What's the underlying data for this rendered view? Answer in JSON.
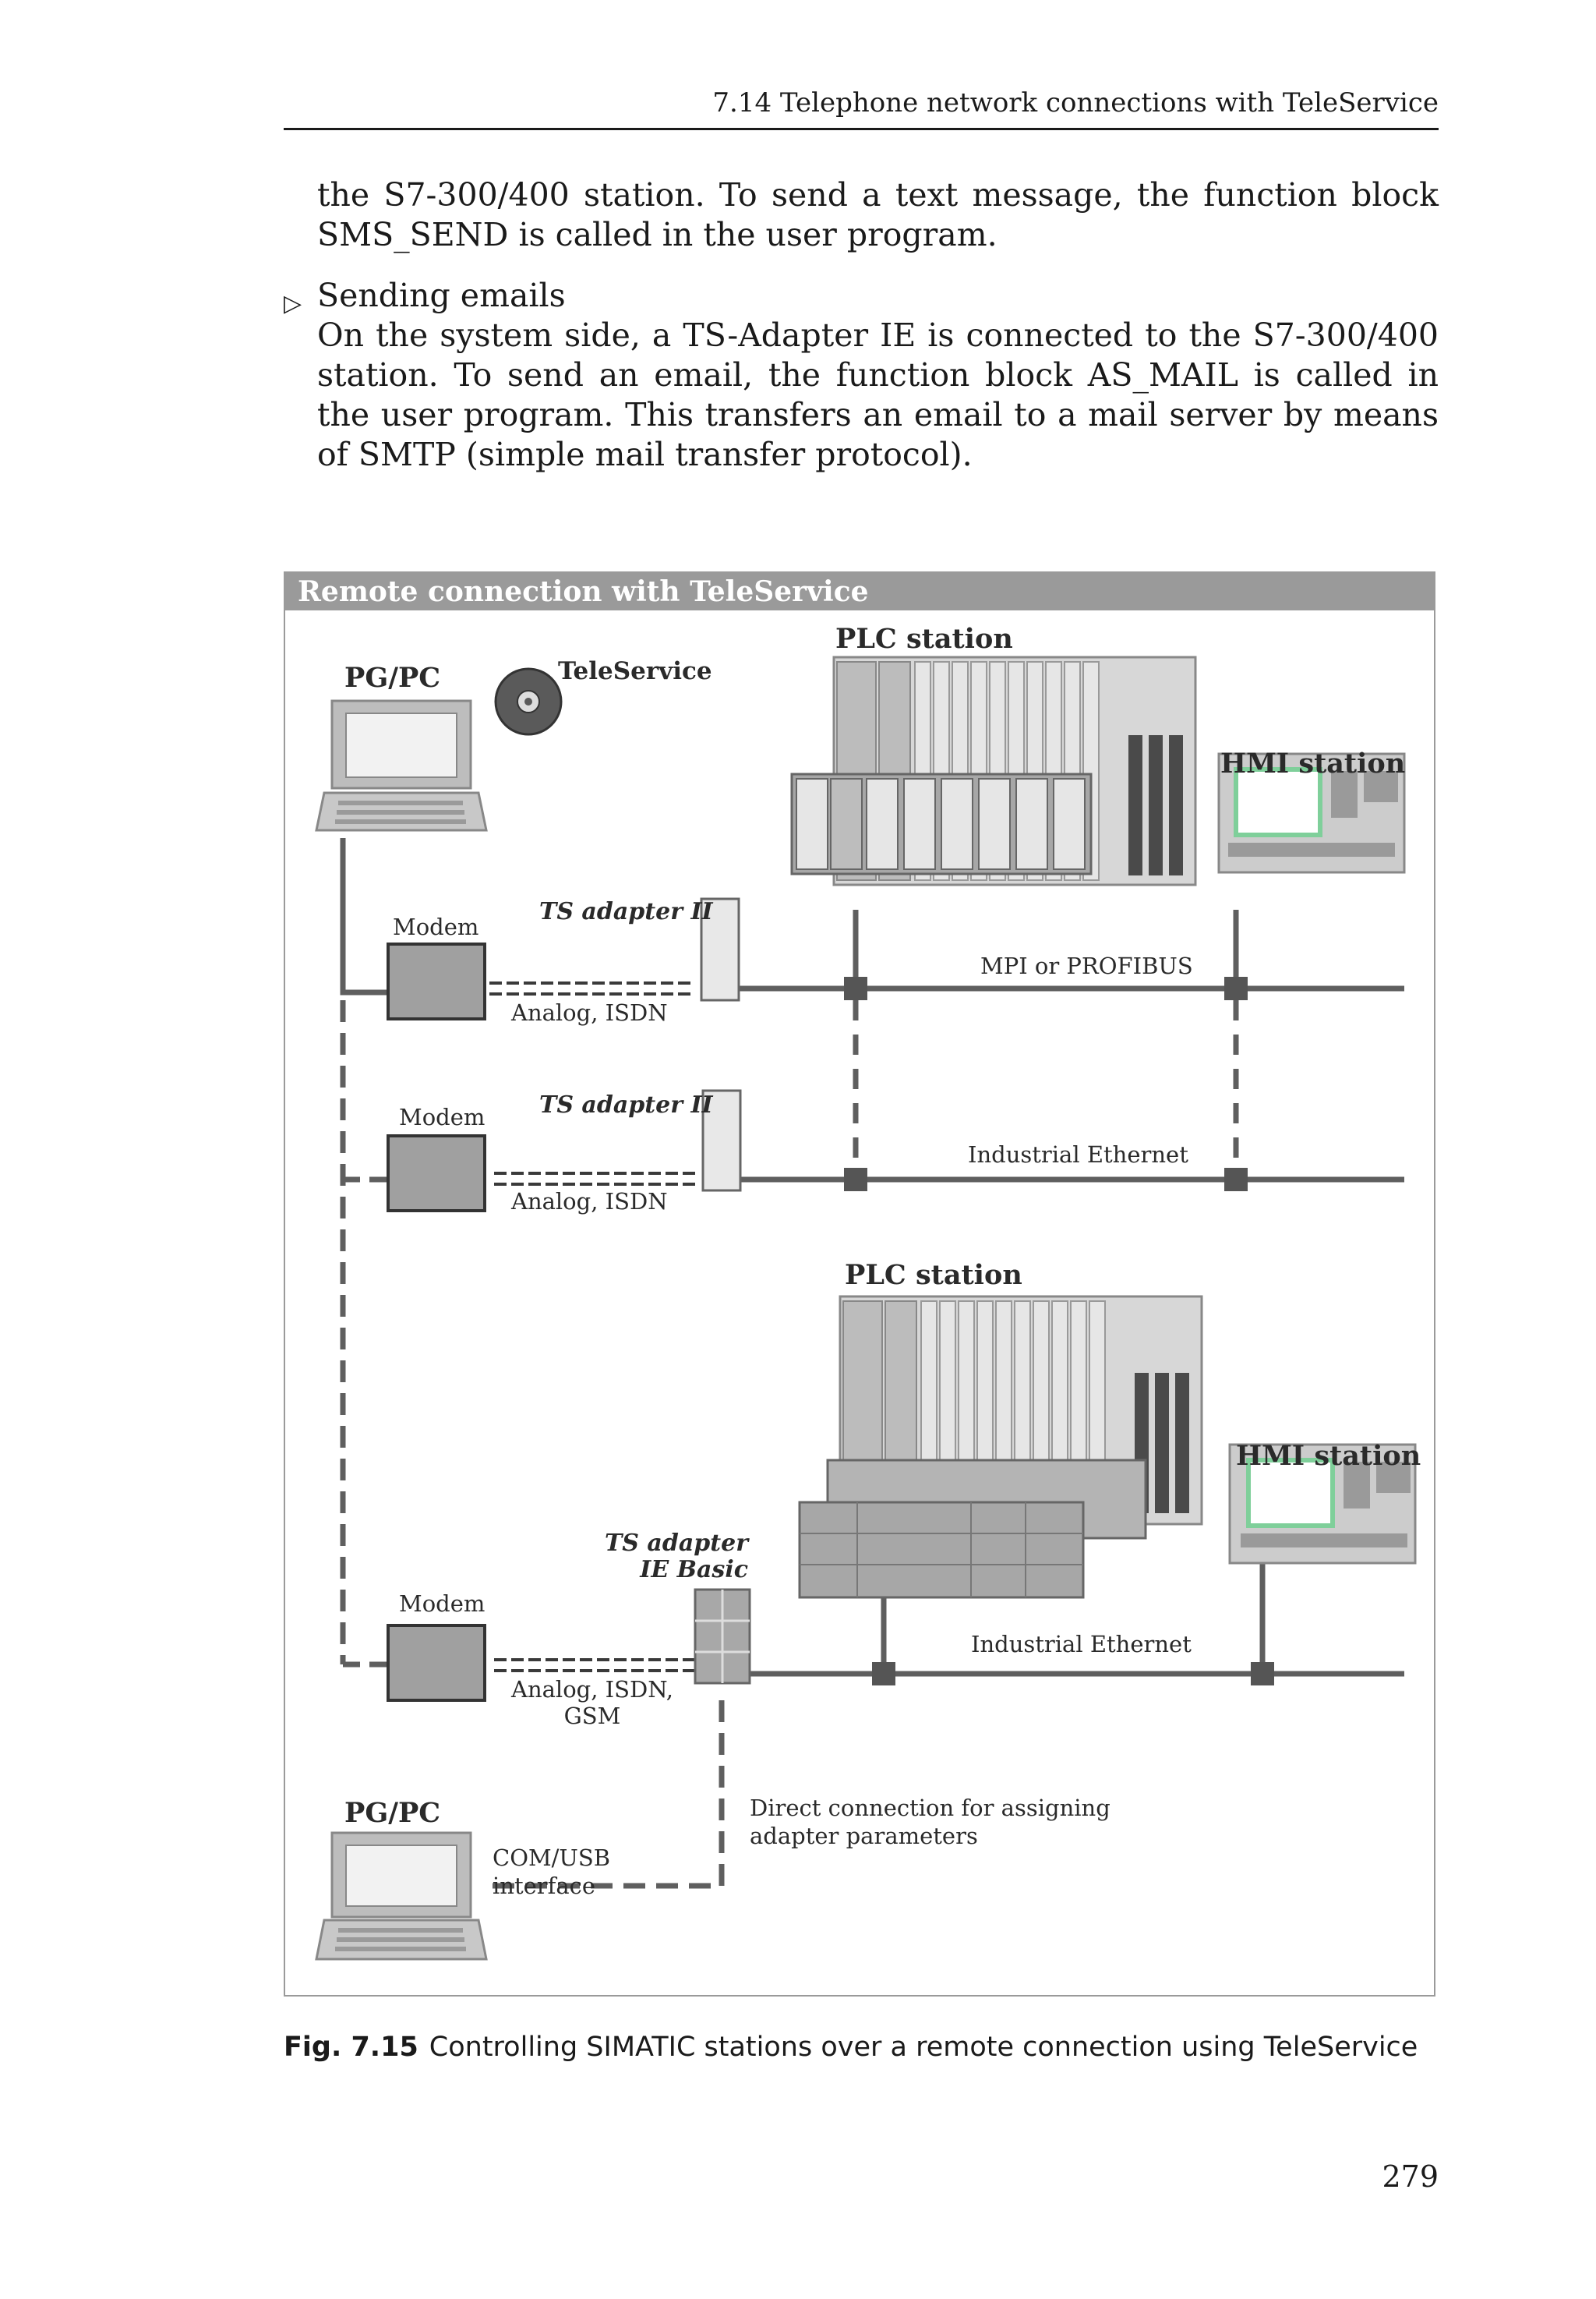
{
  "header": {
    "running_title": "7.14  Telephone network connections with TeleService"
  },
  "body": {
    "paragraph_1": "the S7-300/400 station. To send a text message, the function block SMS_SEND is called in the user program.",
    "bullet_title": "Sending emails",
    "bullet_text": "On the system side, a TS-Adapter IE is connected to the S7-300/400 station. To send an email, the function block AS_MAIL is called in the user program. This transfers an email to a mail server by means of SMTP (simple mail transfer protocol).",
    "bullet_symbol": "▷"
  },
  "figure": {
    "title": "Remote connection with TeleService",
    "labels": {
      "pgpc_top": "PG/PC",
      "teleservice": "TeleService",
      "plc_station_top": "PLC station",
      "hmi_station_top": "HMI station",
      "ts_adapter_1": "TS adapter II",
      "modem_1": "Modem",
      "analog_isdn_1": "Analog, ISDN",
      "mpi_profibus": "MPI or PROFIBUS",
      "ts_adapter_2": "TS adapter II",
      "modem_2": "Modem",
      "analog_isdn_2": "Analog, ISDN",
      "industrial_ethernet_1": "Industrial Ethernet",
      "plc_station_bottom": "PLC station",
      "hmi_station_bottom": "HMI station",
      "ts_adapter_ie_line1": "TS adapter",
      "ts_adapter_ie_line2": "IE Basic",
      "modem_3": "Modem",
      "industrial_ethernet_2": "Industrial Ethernet",
      "analog_isdn_gsm_line1": "Analog, ISDN,",
      "analog_isdn_gsm_line2": "GSM",
      "pgpc_bottom": "PG/PC",
      "direct_conn_line1": "Direct connection for assigning",
      "direct_conn_line2": "adapter parameters",
      "com_usb_line1": "COM/USB",
      "com_usb_line2": "interface"
    }
  },
  "caption": {
    "number": "Fig. 7.15",
    "text": "Controlling SIMATIC stations over a remote connection using TeleService"
  },
  "page_number": "279"
}
